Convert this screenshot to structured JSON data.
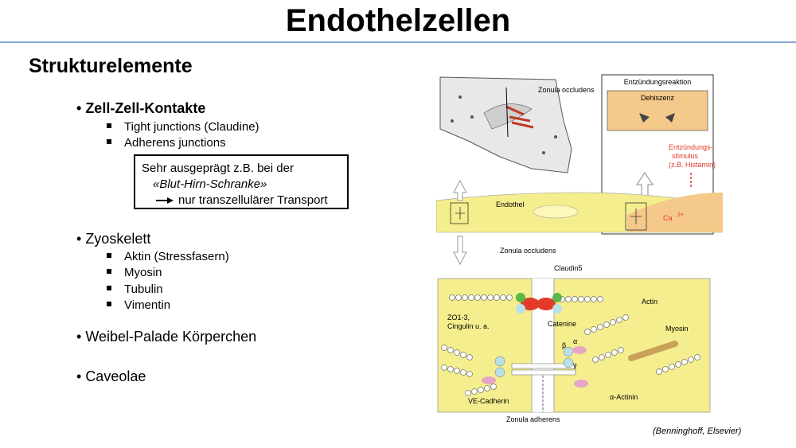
{
  "title": "Endothelzellen",
  "subtitle": "Strukturelemente",
  "sections": [
    {
      "heading": "Zell-Zell-Kontakte",
      "items": [
        "Tight junctions (Claudine)",
        "Adherens junctions"
      ]
    },
    {
      "heading": "Zyoskelett",
      "items": [
        "Aktin (Stressfasern)",
        "Myosin",
        "Tubulin",
        "Vimentin"
      ]
    },
    {
      "heading": "Weibel-Palade Körperchen",
      "items": []
    },
    {
      "heading": "Caveolae",
      "items": []
    }
  ],
  "note": {
    "line1": "Sehr ausgeprägt z.B. bei der",
    "line2": "«Blut-Hirn-Schranke»",
    "line3": "nur transzellulärer Transport"
  },
  "figure": {
    "labels": {
      "zonula_occludens_top": "Zonula occludens",
      "entzuendungsreaktion": "Entzündungsreaktion",
      "dehiszenz": "Dehiszenz",
      "entzuendungsstimulus": "Entzündungs-",
      "stimulus": "stimulus",
      "histamin": "(z.B. Histamin)",
      "endothel": "Endothel",
      "ca": "Ca",
      "zonula_occludens_mid": "Zonula occludens",
      "claudin5": "Claudin5",
      "actin": "Actin",
      "zo": "ZO1-3,",
      "cingulin": "Cingulin u. a.",
      "catenine": "Catenine",
      "myosin": "Myosin",
      "ve_cadherin": "VE-Cadherin",
      "actinin": "α-Actinin",
      "zonula_adherens": "Zonula adherens",
      "alpha": "α",
      "beta": "β",
      "gamma": "γ"
    },
    "colors": {
      "cell": "#f5ee8e",
      "inflammation": "#f5c98a",
      "red": "#e23b2a",
      "green": "#59b84a",
      "cyan": "#b9e0e6",
      "pink": "#e6a5c6",
      "myosin": "#c9a25a"
    }
  },
  "credit": "(Benninghoff, Elsevier)"
}
